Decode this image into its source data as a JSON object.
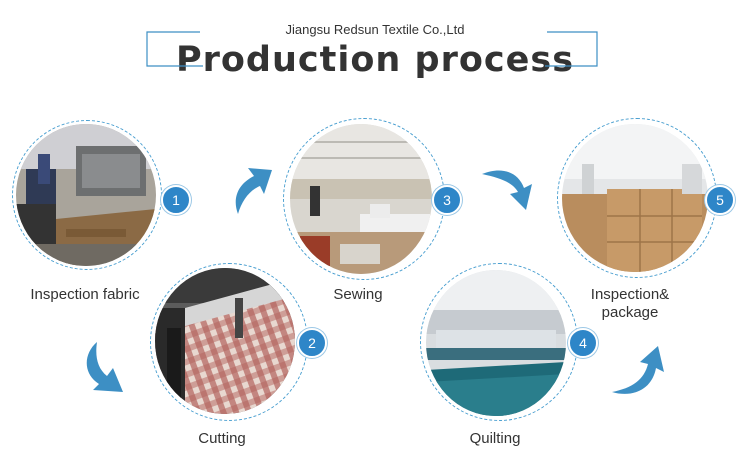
{
  "header": {
    "company": "Jiangsu Redsun Textile Co.,Ltd",
    "title": "Production process"
  },
  "colors": {
    "accent": "#2e86c8",
    "arrow": "#3d8fc4",
    "ring": "#4a9fd0"
  },
  "steps": [
    {
      "number": "1",
      "label": "Inspection fabric"
    },
    {
      "number": "2",
      "label": "Cutting"
    },
    {
      "number": "3",
      "label": "Sewing"
    },
    {
      "number": "4",
      "label": "Quilting"
    },
    {
      "number": "5",
      "label": "Inspection&\npackage"
    }
  ],
  "icons": [
    "curved-arrow-icon"
  ]
}
